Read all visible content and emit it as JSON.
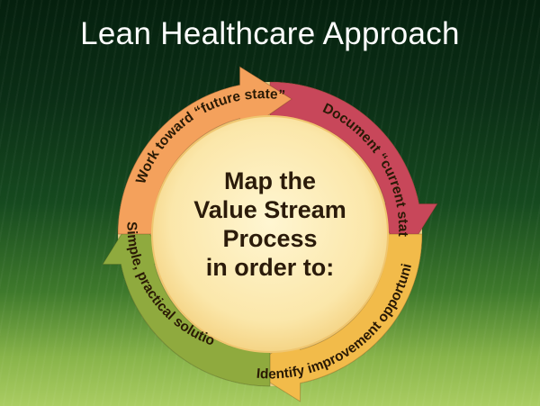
{
  "title": "Lean Healthcare Approach",
  "center": {
    "lines": [
      "Map the",
      "Value Stream",
      "Process",
      "in order to:"
    ]
  },
  "steps": [
    {
      "label": "Document “current state”",
      "color": "#c8475a"
    },
    {
      "label": "Identify improvement opportunities",
      "color": "#f2bb4a"
    },
    {
      "label": "Simple, practical solutions",
      "color": "#8faa3e"
    },
    {
      "label": "Work toward “future state”",
      "color": "#f4a15c"
    }
  ],
  "colors": {
    "center_fill": "#fbe9b0",
    "center_edge": "#f3cf7c",
    "text": "#2b1b0a"
  }
}
